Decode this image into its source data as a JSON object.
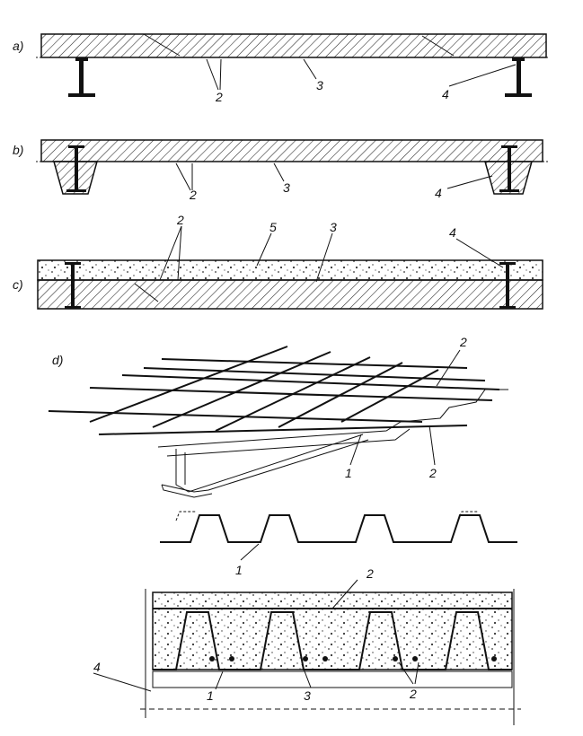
{
  "sections": {
    "a": "a)",
    "b": "b)",
    "c": "c)",
    "d": "d)"
  },
  "labels": {
    "one": "1",
    "two": "2",
    "three": "3",
    "four": "4",
    "five": "5"
  },
  "colors": {
    "ink": "#111111",
    "paper": "#ffffff"
  }
}
